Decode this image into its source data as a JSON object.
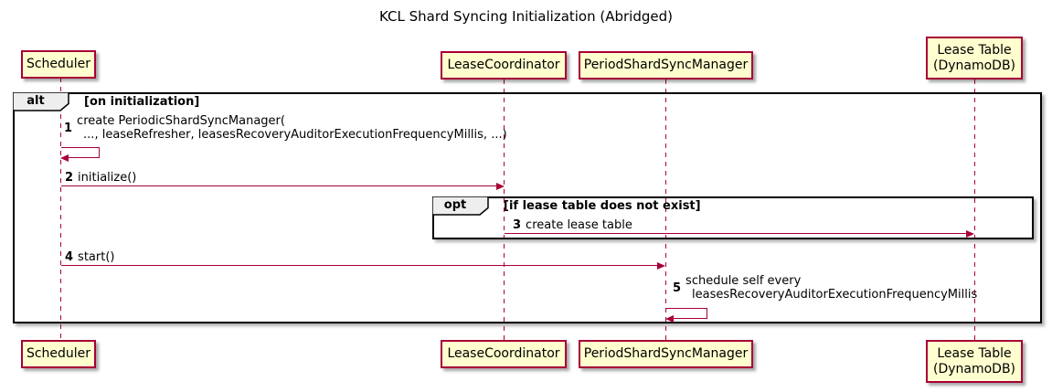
{
  "title": "KCL Shard Syncing Initialization (Abridged)",
  "participants": [
    {
      "label": "Scheduler"
    },
    {
      "label": "LeaseCoordinator"
    },
    {
      "label": "PeriodShardSyncManager"
    },
    {
      "label": "Lease Table\n(DynamoDB)"
    }
  ],
  "frames": {
    "alt": {
      "operator": "alt",
      "guard": "[on initialization]"
    },
    "opt": {
      "operator": "opt",
      "guard": "[if lease table does not exist]"
    }
  },
  "messages": [
    {
      "num": "1",
      "line1": "create PeriodicShardSyncManager(",
      "line2": "..., leaseRefresher, leasesRecoveryAuditorExecutionFrequencyMillis, ...)"
    },
    {
      "num": "2",
      "text": "initialize()"
    },
    {
      "num": "3",
      "text": "create lease table"
    },
    {
      "num": "4",
      "text": "start()"
    },
    {
      "num": "5",
      "line1": "schedule self every",
      "line2": "leasesRecoveryAuditorExecutionFrequencyMillis"
    }
  ],
  "colors": {
    "participant_fill": "#FEFECE",
    "accent": "#A80036",
    "frame_border": "#000000",
    "frame_tab_fill": "#EEEEEE"
  }
}
